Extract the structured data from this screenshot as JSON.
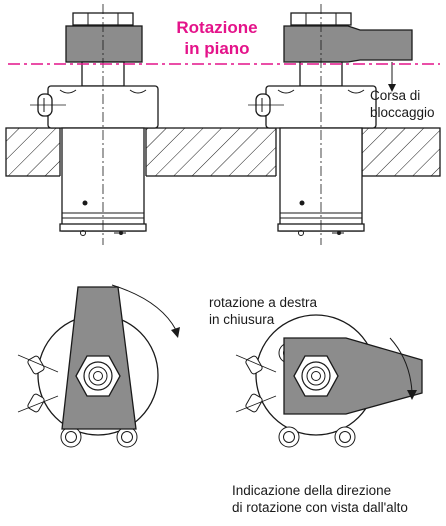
{
  "labels": {
    "title_line1": "Rotazione",
    "title_line2": "in piano",
    "stroke_line1": "Corsa di",
    "stroke_line2": "bloccaggio",
    "rotation_line1": "rotazione a destra",
    "rotation_line2": "in chiusura",
    "caption_line1": "Indicazione della direzione",
    "caption_line2": "di rotazione con vista dall'alto"
  },
  "colors": {
    "accent": "#e4138a",
    "metal": "#8c8c8c",
    "line": "#1a1a1a",
    "background": "#ffffff"
  }
}
